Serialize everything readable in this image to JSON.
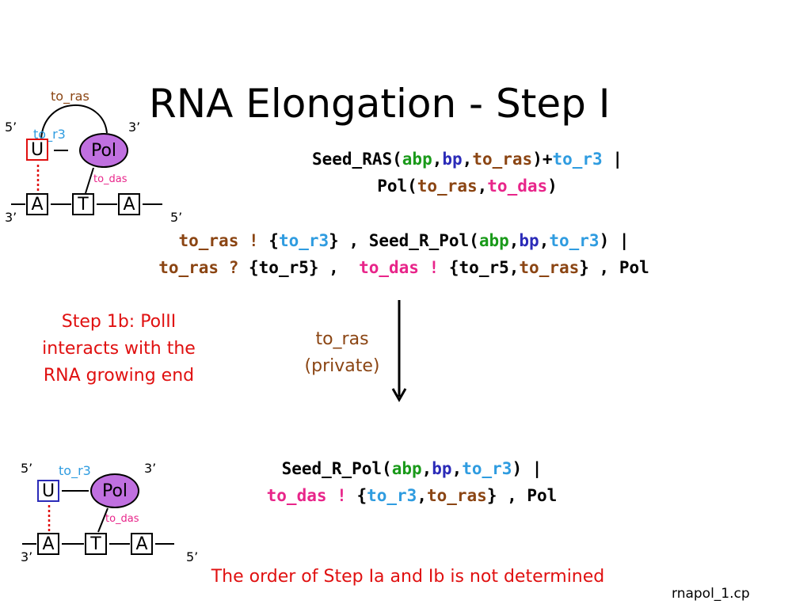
{
  "slide": {
    "title": "RNA Elongation - Step I",
    "footer_file": "rnapol_1.cp",
    "bottom_note": "The order of Step Ia and Ib is not determined",
    "step_note": "Step 1b: PolII interacts with the RNA growing end",
    "arrow_label_line1": "to_ras",
    "arrow_label_line2": "(private)"
  },
  "top_code": {
    "line1": {
      "t1": "Seed_RAS(",
      "abp": "abp",
      "c1": ",",
      "bp": "bp",
      "c2": ",",
      "ras": "to_ras",
      "t2": ")+",
      "r3": "to_r3",
      "t3": " |"
    },
    "line2": {
      "t1": "Pol(",
      "ras": "to_ras",
      "c1": ",",
      "das": "to_das",
      "t2": ")"
    },
    "line3": {
      "ras_send": "to_ras !",
      "t1": " {",
      "r3": "to_r3",
      "t2": "} , Seed_R_Pol(",
      "abp": "abp",
      "c1": ",",
      "bp": "bp",
      "c2": ",",
      "r3b": "to_r3",
      "t3": ") |"
    },
    "line4": {
      "ras_recv": "to_ras ?",
      "t1": " {to_r5} ,  ",
      "das_send": "to_das !",
      "t2": " {to_r5,",
      "ras": "to_ras",
      "t3": "} , Pol"
    }
  },
  "bottom_code": {
    "line1": {
      "t1": "Seed_R_Pol(",
      "abp": "abp",
      "c1": ",",
      "bp": "bp",
      "c2": ",",
      "r3": "to_r3",
      "t2": ") |"
    },
    "line2": {
      "das_send": "to_das !",
      "t1": " {",
      "r3": "to_r3",
      "c1": ",",
      "ras": "to_ras",
      "t2": "} , Pol"
    }
  },
  "diagram_top": {
    "label_to_ras": "to_ras",
    "label_to_r3": "to_r3",
    "label_to_das": "to_das",
    "five_prime": "5’",
    "three_prime": "3’",
    "three_prime_bottom": "3’",
    "five_prime_bottom": "5’",
    "rna_base": "U",
    "pol": "Pol",
    "dna_bases": [
      "A",
      "T",
      "A"
    ]
  },
  "diagram_bottom": {
    "label_to_r3": "to_r3",
    "label_to_das": "to_das",
    "five_prime": "5’",
    "three_prime": "3’",
    "three_prime_bottom": "3’",
    "five_prime_bottom": "5’",
    "rna_base": "U",
    "pol": "Pol",
    "dna_bases": [
      "A",
      "T",
      "A"
    ]
  },
  "colors": {
    "abp": "#1a9a1a",
    "bp": "#2b2bb8",
    "to_ras": "#8b4513",
    "to_r3": "#2f9ce0",
    "to_das": "#e8258a",
    "note_red": "#e01010",
    "pol_fill": "#c070e0"
  }
}
